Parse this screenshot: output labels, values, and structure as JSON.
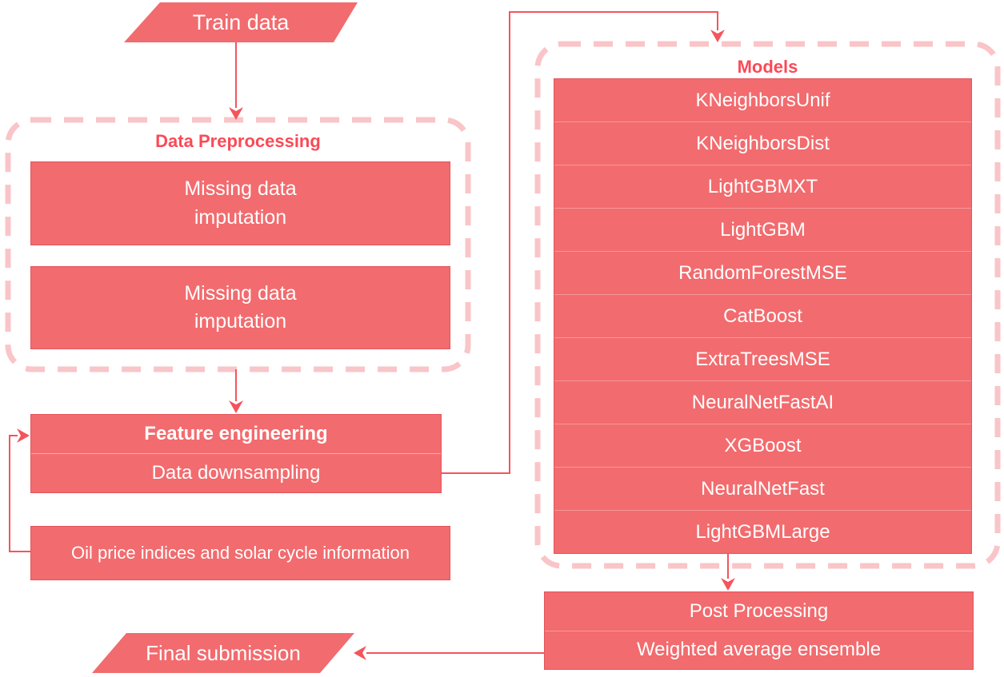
{
  "palette": {
    "box_fill": "#F26B6E",
    "arrow": "#F4545C",
    "group_title": "#FA4A57",
    "dashed_border": "#F9C5C8",
    "text_on_box": "#FFFFFF"
  },
  "nodes": {
    "train_data": {
      "label": "Train data"
    },
    "preprocessing": {
      "title": "Data Preprocessing",
      "steps": [
        "Missing data\nimputation",
        "Missing data\nimputation"
      ]
    },
    "feature": {
      "title": "Feature engineering",
      "subtitle": "Data downsampling"
    },
    "oil": {
      "label": "Oil price indices and solar cycle information"
    },
    "models": {
      "title": "Models",
      "items": [
        "KNeighborsUnif",
        "KNeighborsDist",
        "LightGBMXT",
        "LightGBM",
        "RandomForestMSE",
        "CatBoost",
        "ExtraTreesMSE",
        "NeuralNetFastAI",
        "XGBoost",
        "NeuralNetFast",
        "LightGBMLarge"
      ]
    },
    "post": {
      "rows": [
        "Post Processing",
        "Weighted average ensemble"
      ]
    },
    "final": {
      "label": "Final submission"
    }
  }
}
